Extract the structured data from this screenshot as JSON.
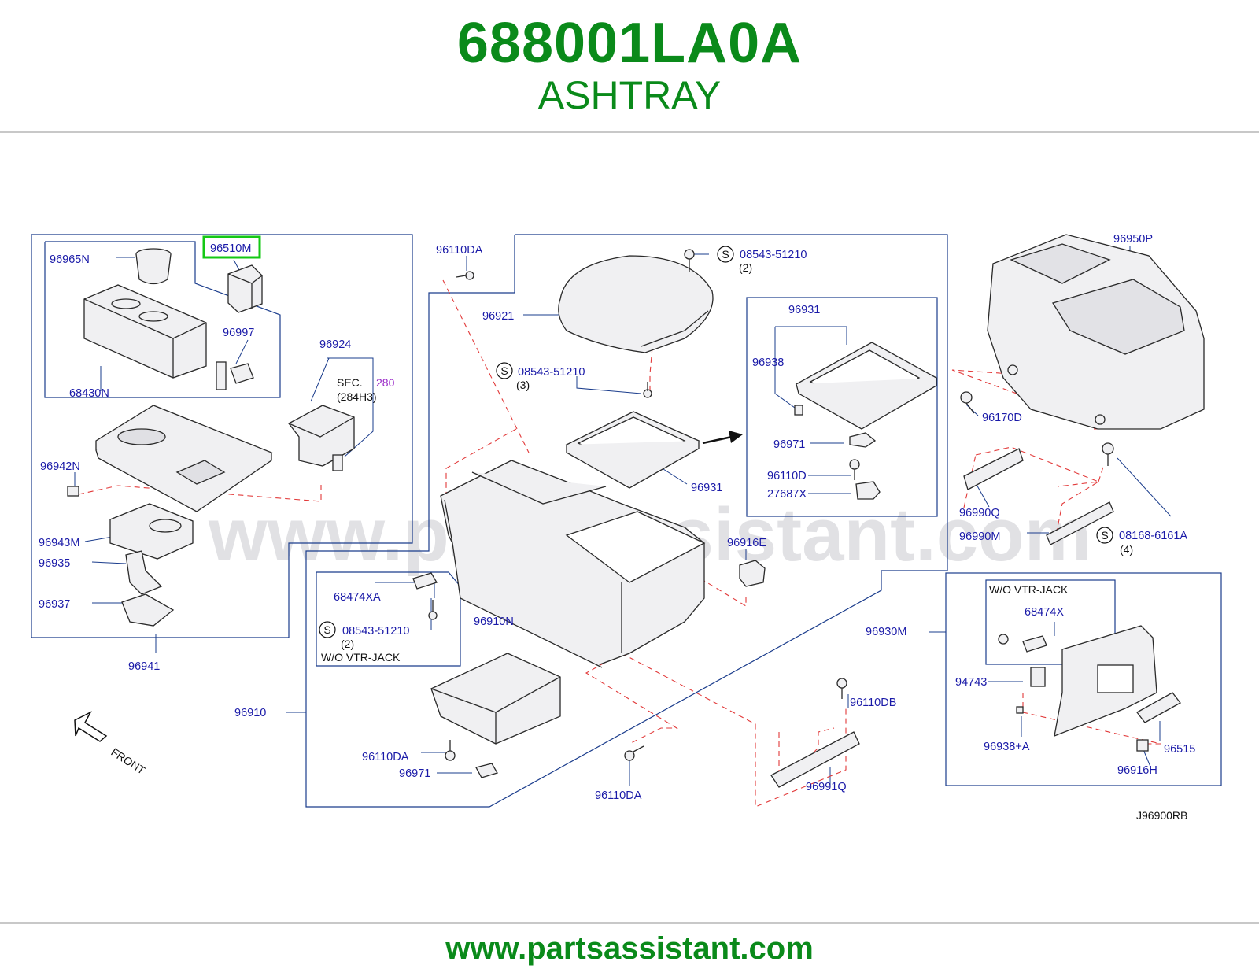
{
  "header": {
    "part_number": "688001LA0A",
    "part_name": "ASHTRAY"
  },
  "footer": {
    "url": "www.partsassistant.com"
  },
  "watermark": "www.partsassistant.com",
  "diagram_code": "J96900RB",
  "highlight_color": "#14c814",
  "callouts": {
    "c96965N": "96965N",
    "c96510M": "96510M",
    "c96997": "96997",
    "c68430N": "68430N",
    "c96924": "96924",
    "sec": "SEC.",
    "sec_num": "280",
    "sec_ref": "(284H3)",
    "c96942N": "96942N",
    "c96943M": "96943M",
    "c96935": "96935",
    "c96937": "96937",
    "c96941": "96941",
    "c96110DA_top": "96110DA",
    "c96921": "96921",
    "s1_num": "08543-51210",
    "s1_qty": "(2)",
    "s2_num": "08543-51210",
    "s2_qty": "(3)",
    "c96931_a": "96931",
    "c96938": "96938",
    "c96971_a": "96971",
    "c96110D": "96110D",
    "c27687X": "27687X",
    "c96931_b": "96931",
    "c96950P": "96950P",
    "c96170D": "96170D",
    "c96990Q": "96990Q",
    "c96990M": "96990M",
    "s3_num": "08168-6161A",
    "s3_qty": "(4)",
    "c96916E": "96916E",
    "c68474XA": "68474XA",
    "s4_num": "08543-51210",
    "s4_qty": "(2)",
    "wo_vtr_a": "W/O    VTR-JACK",
    "c96910N": "96910N",
    "c96930M": "96930M",
    "wo_vtr_b": "W/O    VTR-JACK",
    "c68474X": "68474X",
    "c94743": "94743",
    "c96938A": "96938+A",
    "c96515": "96515",
    "c96916H": "96916H",
    "c96910": "96910",
    "c96110DA_b": "96110DA",
    "c96971_b": "96971",
    "c96110DA_c": "96110DA",
    "c96110DB": "96110DB",
    "c96991Q": "96991Q",
    "front": "FRONT",
    "s_mark": "S"
  }
}
